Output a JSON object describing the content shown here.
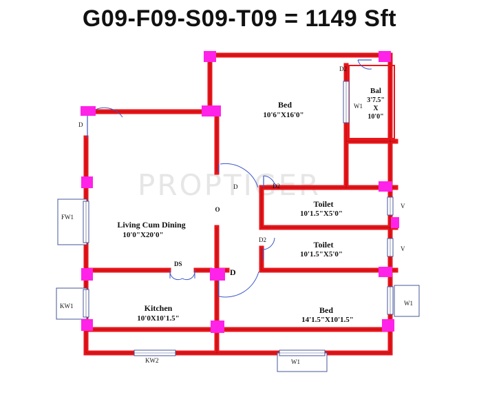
{
  "title": "G09-F09-S09-T09 = 1149 Sft",
  "watermark": "PROPTIGER",
  "colors": {
    "wall": "#e8161b",
    "wall_edge": "#600000",
    "column": "#ff22e8",
    "door_arc": "#3a55c8",
    "window_frame": "#445599",
    "window_glass": "#ffffff"
  },
  "rooms": {
    "bed1": {
      "name": "Bed",
      "size": "10'6\"X16'0\""
    },
    "bal": {
      "name": "Bal",
      "size_line1": "3'7.5\"",
      "size_line2": "X",
      "size_line3": "10'0\""
    },
    "living": {
      "name": "Living Cum Dining",
      "size": "10'0\"X20'0\""
    },
    "toilet1": {
      "name": "Toilet",
      "size": "10'1.5\"X5'0\""
    },
    "toilet2": {
      "name": "Toilet",
      "size": "10'1.5\"X5'0\""
    },
    "kitchen": {
      "name": "Kitchen",
      "size": "10'0X10'1.5\""
    },
    "bed2": {
      "name": "Bed",
      "size": "14'1.5\"X10'1.5\""
    }
  },
  "openings": {
    "d_entry": "D",
    "d2_bal": "D2",
    "w1_bal": "W1",
    "d_bed1": "D",
    "d2_toilet1": "D2",
    "d2_toilet2": "D2",
    "d_bed2": "D",
    "v1": "V",
    "v2": "V",
    "fw1": "FW1",
    "kw1": "KW1",
    "kw2": "KW2",
    "w1_bottom": "W1",
    "w1_right": "W1",
    "ds_kitchen": "DS",
    "o_mark": "O"
  }
}
